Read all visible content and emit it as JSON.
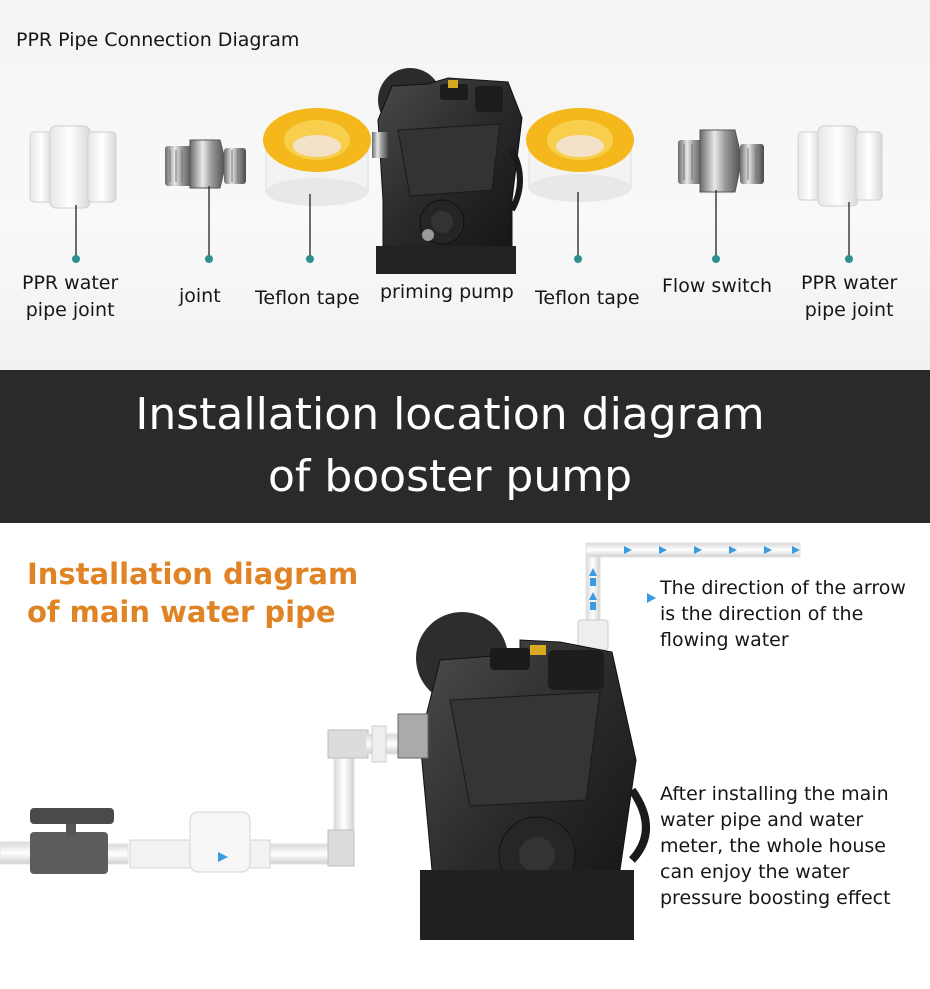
{
  "top_section": {
    "title": "PPR Pipe Connection Diagram",
    "components": [
      {
        "line1": "PPR water",
        "line2": "pipe joint"
      },
      {
        "line1": "joint",
        "line2": ""
      },
      {
        "line1": "Teflon tape",
        "line2": ""
      },
      {
        "line1": "priming pump",
        "line2": ""
      },
      {
        "line1": "Teflon tape",
        "line2": ""
      },
      {
        "line1": "Flow switch",
        "line2": ""
      },
      {
        "line1": "PPR water",
        "line2": "pipe joint"
      }
    ]
  },
  "banner": {
    "line1": "Installation location diagram",
    "line2": "of booster pump"
  },
  "bottom_section": {
    "title_line1": "Installation diagram",
    "title_line2": "of main water pipe",
    "note1": [
      "The direction of the arrow",
      "is the direction of the",
      "flowing water"
    ],
    "note2": [
      "After installing the main",
      "water pipe and water",
      "meter, the whole house",
      "can enjoy the water",
      "pressure boosting effect"
    ]
  },
  "colors": {
    "dot": "#2f8f8f",
    "band": "#2a2a2a",
    "accent_orange": "#e08324",
    "arrow_blue": "#3a9be0",
    "tape_yellow": "#f4b81c"
  }
}
